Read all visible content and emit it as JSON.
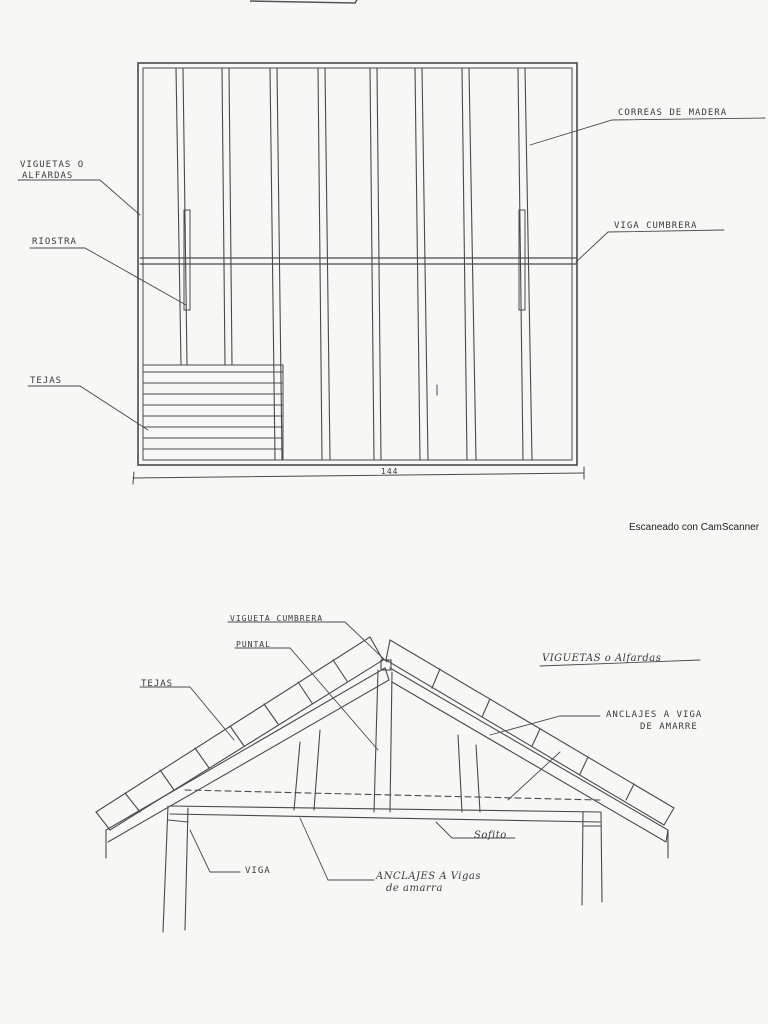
{
  "plan": {
    "labels": {
      "correas": "CORREAS DE MADERA",
      "viguetas_line1": "VIGUETAS O",
      "viguetas_line2": "ALFARDAS",
      "viga_cumbrera": "VIGA CUMBRERA",
      "riostra": "RIOSTRA",
      "tejas": "TEJAS",
      "dimension": "144"
    }
  },
  "watermark": "Escaneado con CamScanner",
  "section": {
    "labels": {
      "vigueta_cumbrera": "VIGUETA CUMBRERA",
      "puntal": "PUNTAL",
      "tejas": "TEJAS",
      "viguetas_alfardas": "VIGUETAS o Alfardas",
      "anclajes_viga_line1": "ANCLAJES A VIGA",
      "anclajes_viga_line2": "DE AMARRE",
      "sofito": "Sofito",
      "viga": "VIGA",
      "anclajes_vigas_line1": "ANCLAJES A Vigas",
      "anclajes_vigas_line2": "de amarra"
    }
  },
  "colors": {
    "ink": "#4a4a4a",
    "paper": "#f7f7f5"
  }
}
